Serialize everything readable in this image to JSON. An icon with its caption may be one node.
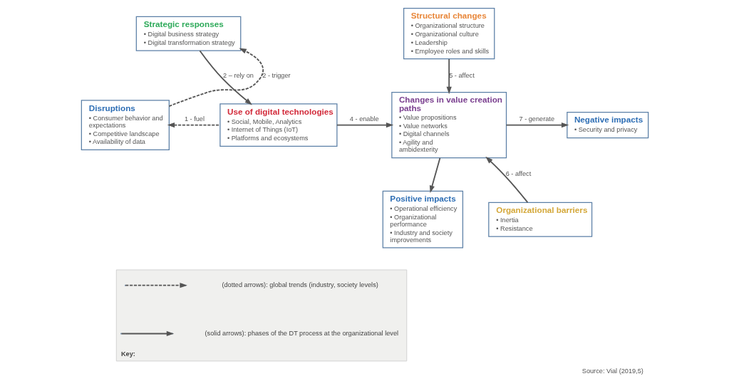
{
  "diagram": {
    "caption": "Source: Vial (2019,5)",
    "nodes": [
      {
        "text": [
          "Strategic responses",
          "• Digital business strategy",
          "• Digital transformation strategy"
        ]
      },
      {
        "text": [
          "Disruptions",
          "• Consumer behavior and expectations",
          "• Competitive landscape",
          "• Availability of data"
        ]
      },
      {
        "text": [
          "Use of digital technologies",
          "• Social, Mobile, Analytics",
          "• Internet of Things (IoT)",
          "• Platforms and ecosystems"
        ]
      },
      {
        "text": [
          "Structural changes",
          "• Organizational structure",
          "• Organizational culture",
          "• Leadership",
          "• Employee roles and skills"
        ]
      },
      {
        "text": [
          "Changes in value creation paths",
          "• Value propositions",
          "• Value networks",
          "• Digital channels",
          "• Agility and ambidexterity"
        ]
      },
      {
        "text": [
          "Negative impacts",
          "• Security and privacy"
        ]
      },
      {
        "text": [
          "Positive impacts",
          "• Operational efficiency",
          "• Organizational performance",
          "• Industry and society improvements"
        ]
      },
      {
        "text": [
          "Organizational barriers",
          "• Inertia",
          "• Resistance"
        ]
      },
      {
        "text": [
          "Key:"
        ]
      }
    ],
    "edges": [
      {
        "from": 1,
        "to": 0,
        "arrow": "to",
        "label": "2 - trigger",
        "style": "dashed"
      },
      {
        "from": 0,
        "to": 2,
        "arrow": "to",
        "label": "2 – rely on"
      },
      {
        "from": 2,
        "to": 1,
        "arrow": "to",
        "label": "1 - fuel",
        "style": "dashed"
      },
      {
        "from": 2,
        "to": 4,
        "arrow": "to",
        "label": "4 - enable"
      },
      {
        "from": 3,
        "to": 4,
        "arrow": "to",
        "label": "5 - affect"
      },
      {
        "from": 7,
        "to": 4,
        "arrow": "to",
        "label": "6 - affect"
      },
      {
        "from": 4,
        "to": 5,
        "arrow": "to",
        "label": "7 - generate"
      },
      {
        "from": 4,
        "to": 6,
        "arrow": "to"
      }
    ],
    "legend": [
      {
        "text": "(dotted arrows): global trends (industry, society levels)"
      },
      {
        "text": "(solid arrows): phases of the DT process at the organizational level"
      }
    ]
  }
}
